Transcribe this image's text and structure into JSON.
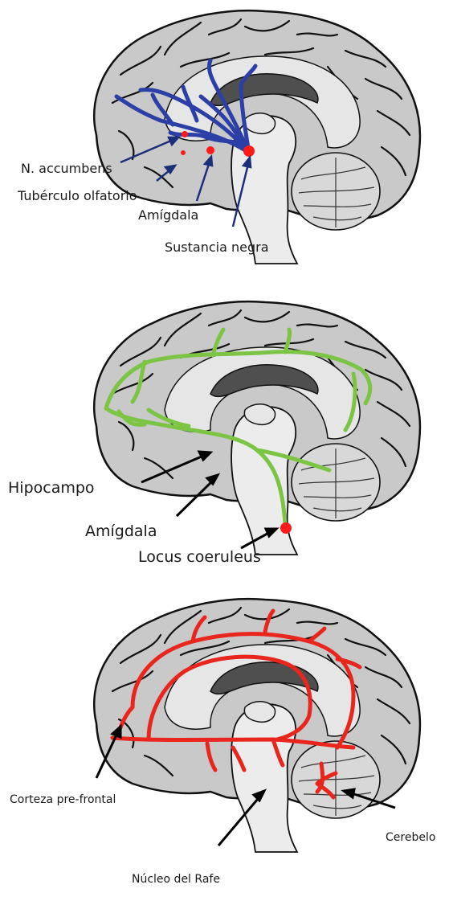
{
  "colors": {
    "dopamine_path": "#2b3fa6",
    "noradrenaline_path": "#7cc443",
    "serotonin_path": "#e8261e",
    "nucleus_marker": "#ff1a1a",
    "arrow_blue": "#1c2f7a",
    "arrow_black": "#000000",
    "brain_fill": "#c9c9c9"
  },
  "panel_dopamine": {
    "labels": {
      "accumbens": "N. accumbens",
      "olfactory": "Tubérculo olfatorio",
      "amygdala": "Amígdala",
      "substantia_nigra": "Sustancia negra"
    }
  },
  "panel_noradrenaline": {
    "labels": {
      "hippocampus": "Hipocampo",
      "amygdala": "Amígdala",
      "locus": "Locus coeruleus"
    }
  },
  "panel_serotonin": {
    "labels": {
      "prefrontal": "Corteza pre-frontal",
      "raphe": "Núcleo del Rafe",
      "cerebellum": "Cerebelo"
    }
  }
}
